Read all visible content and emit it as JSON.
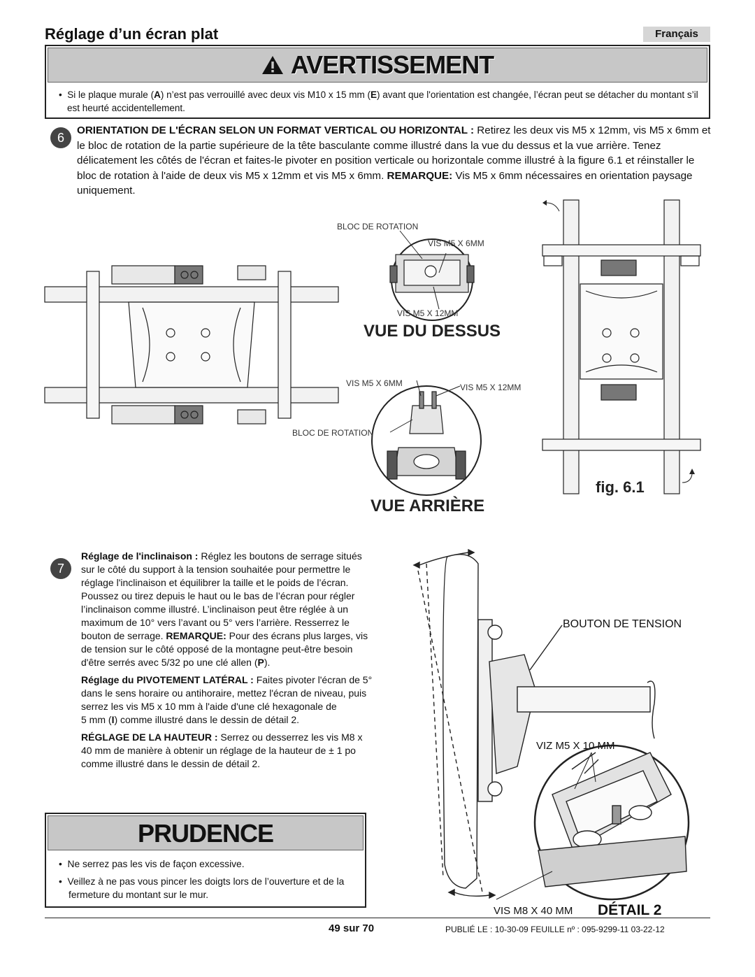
{
  "header": {
    "title": "Réglage d’un écran plat",
    "language": "Français"
  },
  "warning": {
    "label": "AVERTISSEMENT",
    "bullet": "•",
    "text_1": "Si le plaque murale (",
    "ref_a": "A",
    "text_2": ") n’est pas verrouillé avec deux vis M10 x 15 mm (",
    "ref_e": "E",
    "text_3": ") avant que l'orientation est changée, l’écran peut se détacher du montant s’il est heurté accidentellement."
  },
  "step6": {
    "number": "6",
    "heading": "ORIENTATION DE L'ÉCRAN SELON UN FORMAT VERTICAL OU HORIZONTAL :",
    "text": " Retirez les deux vis M5 x 12mm, vis M5 x 6mm et le bloc de rotation de la partie supérieure de la tête basculante comme illustré dans la vue du dessus et la vue arrière. Tenez délicatement les côtés de l'écran et faites-le pivoter en position verticale ou horizontale comme illustré à la figure 6.1 et réinstaller le bloc de rotation à l'aide de deux vis M5 x 12mm et vis M5 x 6mm. ",
    "note_label": "REMARQUE:",
    "note_text": " Vis M5 x 6mm nécessaires en orientation paysage uniquement."
  },
  "figure": {
    "top_bloc": "BLOC DE ROTATION",
    "top_vis6": "VIS M5 X 6MM",
    "top_vis12": "VIS M5 X 12MM",
    "view_top": "VUE DU DESSUS",
    "rear_vis6": "VIS M5 X 6MM",
    "rear_vis12": "VIS M5 X 12MM",
    "rear_bloc": "BLOC DE ROTATION",
    "view_rear": "VUE ARRIÈRE",
    "caption": "fig. 6.1"
  },
  "step7": {
    "number": "7",
    "p1_label": "Réglage de l'inclinaison :",
    "p1_text": " Réglez les boutons de serrage situés sur le côté du support à la tension souhaitée pour permettre le réglage l'inclinaison et équilibrer la taille et le poids de l’écran. Poussez ou tirez depuis le haut ou le bas de l’écran pour régler l’inclinaison comme illustré. L’inclinaison peut être réglée à un maximum de 10° vers l’avant ou 5° vers l’arrière. Resserrez le bouton de serrage. ",
    "p1_note_label": "REMARQUE:",
    "p1_note_text": " Pour des écrans plus larges, vis de tension sur le côté opposé de la montagne peut-être besoin d'être serrés avec 5/32 po une clé allen (",
    "p1_ref": "P",
    "p1_end": ").",
    "p2_label": "Réglage du PIVOTEMENT LATÉRAL :",
    "p2_text": " Faites pivoter l'écran de 5° dans le sens horaire ou antihoraire, mettez l'écran de niveau, puis serrez les vis M5 x 10 mm à l'aide d'une clé hexagonale de",
    "p2_line2_a": "5 mm (",
    "p2_ref": "I",
    "p2_line2_b": ") comme illustré dans le dessin de détail 2.",
    "p3_label": "RÉGLAGE DE LA HAUTEUR :",
    "p3_text": " Serrez ou desserrez les vis M8 x 40 mm de manière à obtenir un réglage de la hauteur de ± 1 po comme illustré dans le dessin de détail 2."
  },
  "detail": {
    "bouton": "BOUTON DE TENSION",
    "viz": "VIZ M5 X 10 MM",
    "vis_m8": "VIS M8 X 40 MM",
    "title": "DÉTAIL 2"
  },
  "caution": {
    "label": "PRUDENCE",
    "items": [
      "Ne serrez pas les vis de façon excessive.",
      "Veillez à ne pas vous pincer les doigts lors de l’ouverture et de la fermeture du montant sur le mur."
    ]
  },
  "footer": {
    "page": "49 sur 70",
    "published": "PUBLIÉ LE : 10-30-09  FEUILLE nº : 095-9299-11  03-22-12"
  }
}
